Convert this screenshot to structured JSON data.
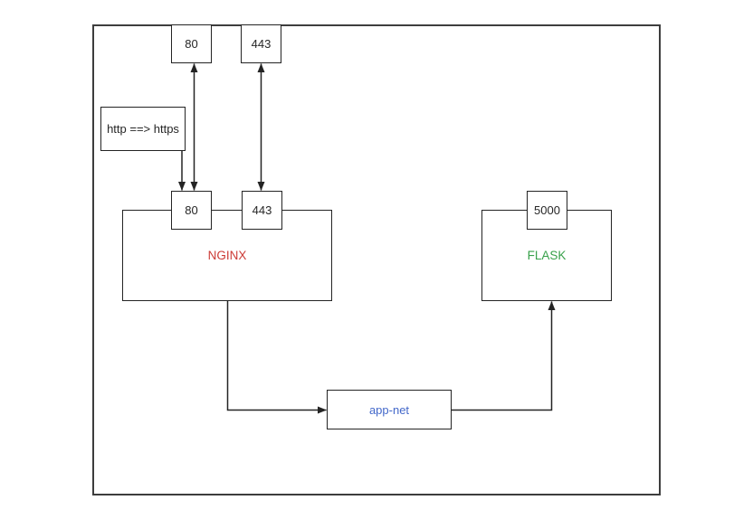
{
  "diagram": {
    "nodes": {
      "top_port_80": {
        "label": "80"
      },
      "top_port_443": {
        "label": "443"
      },
      "redirect_note": {
        "label": "http ==> https"
      },
      "nginx": {
        "label": "NGINX",
        "label_color": "#cc3b36"
      },
      "nginx_port_80": {
        "label": "80"
      },
      "nginx_port_443": {
        "label": "443"
      },
      "flask": {
        "label": "FLASK",
        "label_color": "#38a14b"
      },
      "flask_port_5000": {
        "label": "5000"
      },
      "app_net": {
        "label": "app-net",
        "label_color": "#4368ca"
      }
    },
    "edges": [
      {
        "from": "top_port_80",
        "to": "nginx_port_80",
        "style": "double-arrow"
      },
      {
        "from": "top_port_443",
        "to": "nginx_port_443",
        "style": "double-arrow"
      },
      {
        "from": "redirect_note",
        "to": "nginx_port_80",
        "style": "arrow"
      },
      {
        "from": "nginx",
        "to": "app_net",
        "style": "arrow"
      },
      {
        "from": "app_net",
        "to": "flask",
        "style": "arrow"
      }
    ],
    "colors": {
      "stroke": "#242424",
      "boundary_stroke": "#3d3d3d",
      "port_label": "#262626",
      "background": "#ffffff"
    }
  }
}
